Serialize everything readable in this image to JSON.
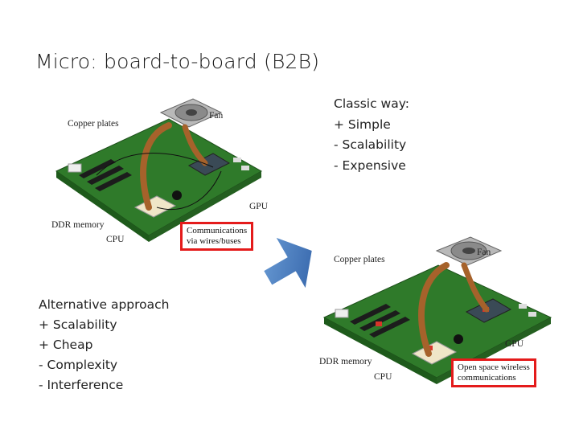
{
  "slide": {
    "title": "Micro: board-to-board (B2B)"
  },
  "classic": {
    "heading": "Classic way:",
    "items": [
      "+  Simple",
      "-  Scalability",
      "-  Expensive"
    ]
  },
  "alternative": {
    "heading": "Alternative approach",
    "items": [
      "+ Scalability",
      "+ Cheap",
      "-  Complexity",
      "-  Interference"
    ]
  },
  "figure_top": {
    "fan": "Fan",
    "copper": "Copper plates",
    "gpu": "GPU",
    "ddr": "DDR memory",
    "cpu": "CPU",
    "callout_line1": "Communications",
    "callout_line2": "via wires/buses"
  },
  "figure_bottom": {
    "fan": "Fan",
    "copper": "Copper plates",
    "gpu": "GPU",
    "ddr": "DDR memory",
    "cpu": "CPU",
    "callout_line1": "Open space wireless",
    "callout_line2": "communications"
  },
  "colors": {
    "board": "#2f7a2a",
    "copper": "#a6622b",
    "callout_border": "#e41b1b",
    "arrow": "#3f78c0"
  }
}
